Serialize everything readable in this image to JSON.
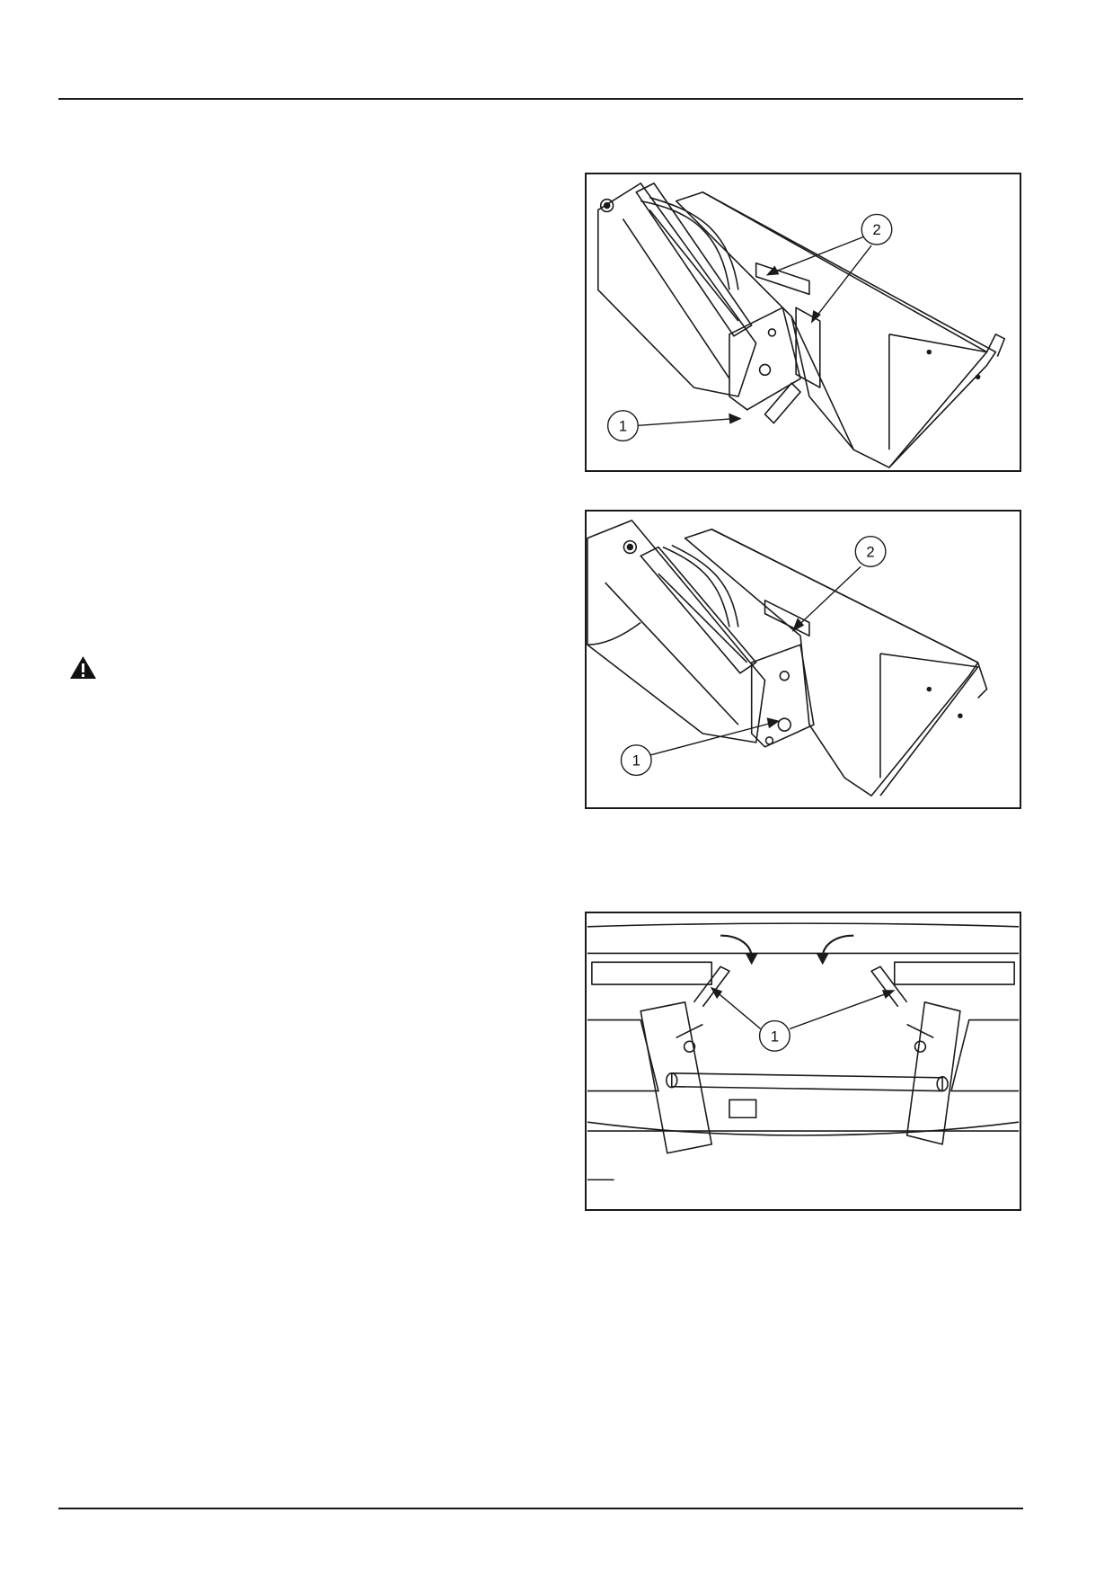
{
  "figures": [
    {
      "callouts": [
        {
          "number": "1"
        },
        {
          "number": "2"
        }
      ]
    },
    {
      "callouts": [
        {
          "number": "1"
        },
        {
          "number": "2"
        }
      ]
    },
    {
      "callouts": [
        {
          "number": "1"
        }
      ]
    }
  ],
  "icons": {
    "warning": "warning-triangle-icon",
    "arrow": "curved-arrow-icon"
  },
  "colors": {
    "line": "#1a1a1a",
    "background": "#ffffff"
  }
}
